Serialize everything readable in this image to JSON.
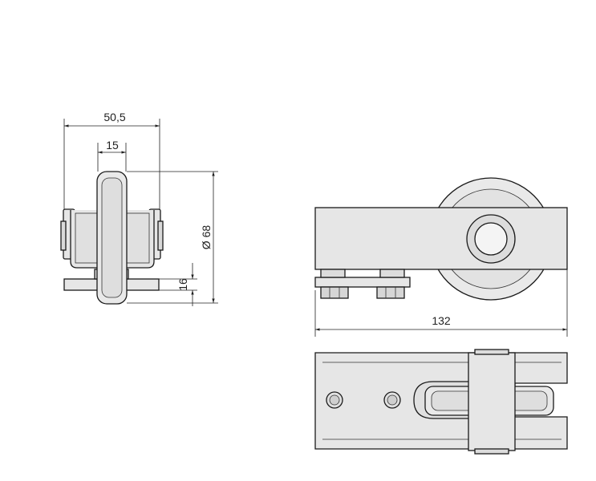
{
  "dimensions": {
    "overall_width": "50,5",
    "wheel_width": "15",
    "wheel_diameter": "Ø 68",
    "base_height": "16",
    "total_length": "132"
  },
  "colors": {
    "line": "#1a1a1a",
    "part_fill": "#e6e6e6",
    "part_fill_dark": "#d2d2d2",
    "background": "#ffffff"
  }
}
